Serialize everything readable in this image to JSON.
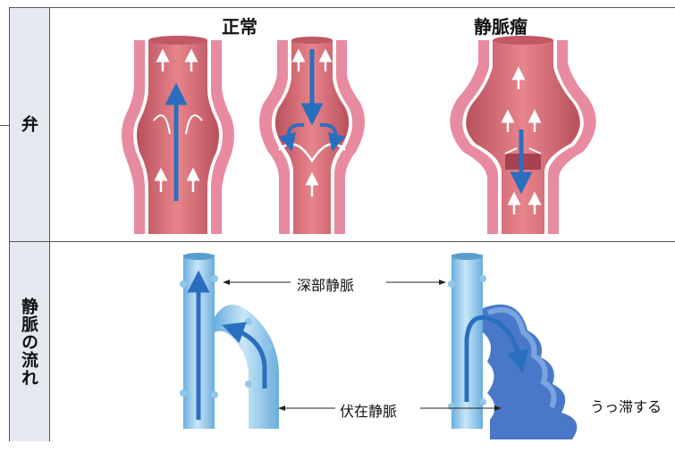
{
  "row_labels": {
    "valve": "弁",
    "flow": "静脈の流れ"
  },
  "column_titles": {
    "normal": "正常",
    "varicose": "静脈瘤"
  },
  "vessel_labels": {
    "deep": "深部静脈",
    "saphenous": "伏在静脈",
    "stagnation": "うっ滞する"
  },
  "colors": {
    "vessel_wall": "#e88aa0",
    "vessel_lumen": "#d46a74",
    "flow_arrow": "#2a6fbf",
    "vein_blue": "#8ec8ea",
    "stagnant_blue": "#4a78c8"
  }
}
